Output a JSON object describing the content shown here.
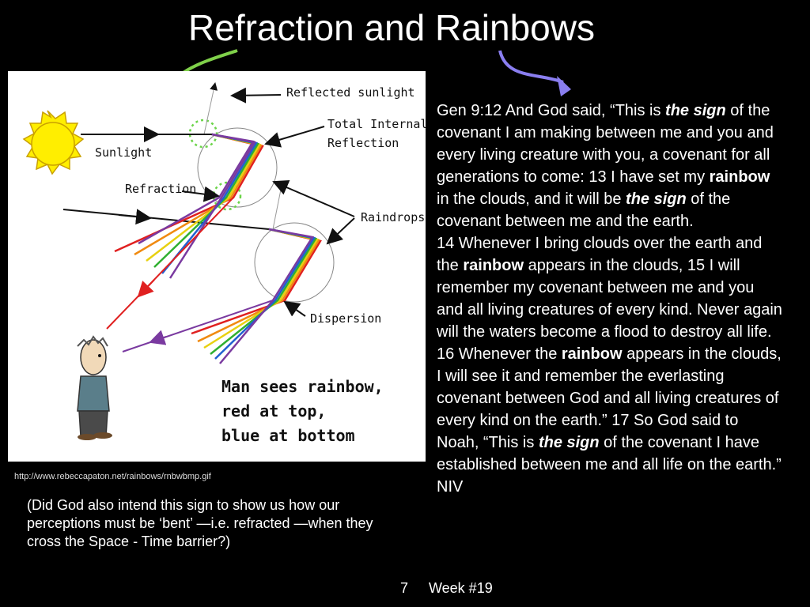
{
  "slide": {
    "title": "Refraction and Rainbows",
    "source_url": "http://www.rebeccapaton.net/rainbows/rnbwbmp.gif",
    "note": "(Did God also intend this sign to show us how our perceptions must be ‘bent’ —i.e. refracted —when they cross the Space - Time barrier?)",
    "page_number": "7",
    "week": "Week #19"
  },
  "diagram": {
    "labels": {
      "reflected": "Reflected sunlight",
      "total_internal_1": "Total Internal",
      "total_internal_2": "Reflection",
      "sunlight": "Sunlight",
      "refraction": "Refraction",
      "raindrops": "Raindrops",
      "dispersion": "Dispersion"
    },
    "caption": {
      "line1": "Man sees rainbow,",
      "line2": "red at top,",
      "line3": "blue at bottom"
    },
    "colors": {
      "green_arrow": "#7fd04a",
      "purple_arrow": "#8a7ef0",
      "sun": "#ffee00",
      "sun_outline": "#c9a000"
    }
  },
  "verse": {
    "p1": "Gen 9:12 And God said, “This is ",
    "em1": "the sign",
    "p2": " of the covenant I am making between me and you and every living creature with you, a covenant for all generations to come: 13 I have set my ",
    "b1": "rainbow",
    "p3": " in the clouds, and it will be ",
    "em2": "the sign",
    "p4": " of the covenant between me and the earth.",
    "p5": "14 Whenever I bring clouds over the earth and the ",
    "b2": "rainbow",
    "p6": " appears in the clouds, 15 I will remember my covenant between me and you and all living creatures of every kind. Never again will the waters become a flood to destroy all life. 16 Whenever the ",
    "b3": "rainbow",
    "p7": " appears in the clouds, I will see it and remember the everlasting covenant between God and all living creatures of every kind on the earth.” 17 So God said to Noah, “This is ",
    "em3": "the sign",
    "p8": " of the covenant I have established between me and all life on the earth.” NIV"
  }
}
